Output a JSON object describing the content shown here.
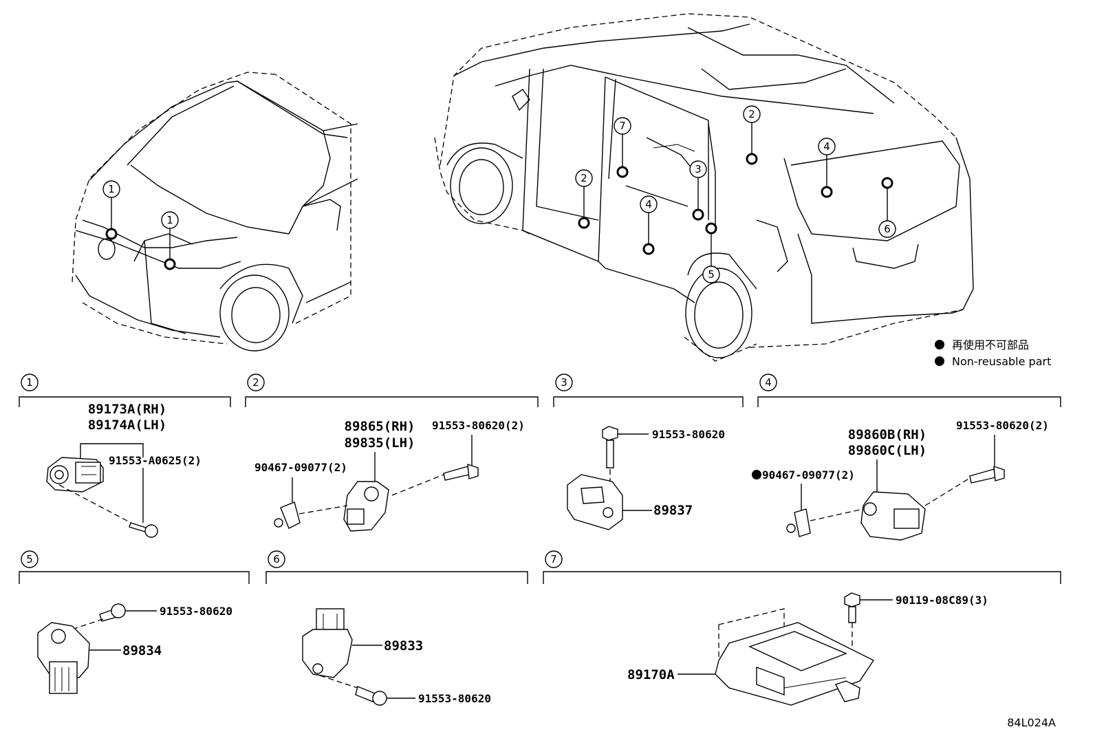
{
  "callouts": {
    "front_left": "1",
    "front_center": "1",
    "side_door": "2",
    "roof": "2",
    "pillar": "7",
    "b_pillar": "3",
    "rear_left": "4",
    "quarter_right": "4",
    "rear_wheel": "5",
    "rear": "6"
  },
  "legend": {
    "jp": "再使用不可部品",
    "en": "Non-reusable part"
  },
  "sections": [
    {
      "number": "1",
      "sensor": [
        "89173A(RH)",
        "89174A(LH)"
      ],
      "bolt": "91553-A0625(2)"
    },
    {
      "number": "2",
      "sensor": [
        "89865(RH)",
        "89835(LH)"
      ],
      "bolt": "91553-80620(2)",
      "clip": "90467-09077(2)"
    },
    {
      "number": "3",
      "sensor": "89837",
      "bolt": "91553-80620"
    },
    {
      "number": "4",
      "sensor": [
        "89860B(RH)",
        "89860C(LH)"
      ],
      "bolt": "91553-80620(2)",
      "clip": "90467-09077(2)"
    },
    {
      "number": "5",
      "sensor": "89834",
      "bolt": "91553-80620"
    },
    {
      "number": "6",
      "sensor": "89833",
      "bolt": "91553-80620"
    },
    {
      "number": "7",
      "sensor": "89170A",
      "bolt": "90119-08C89(3)"
    }
  ],
  "diagram_code": "84L024A"
}
